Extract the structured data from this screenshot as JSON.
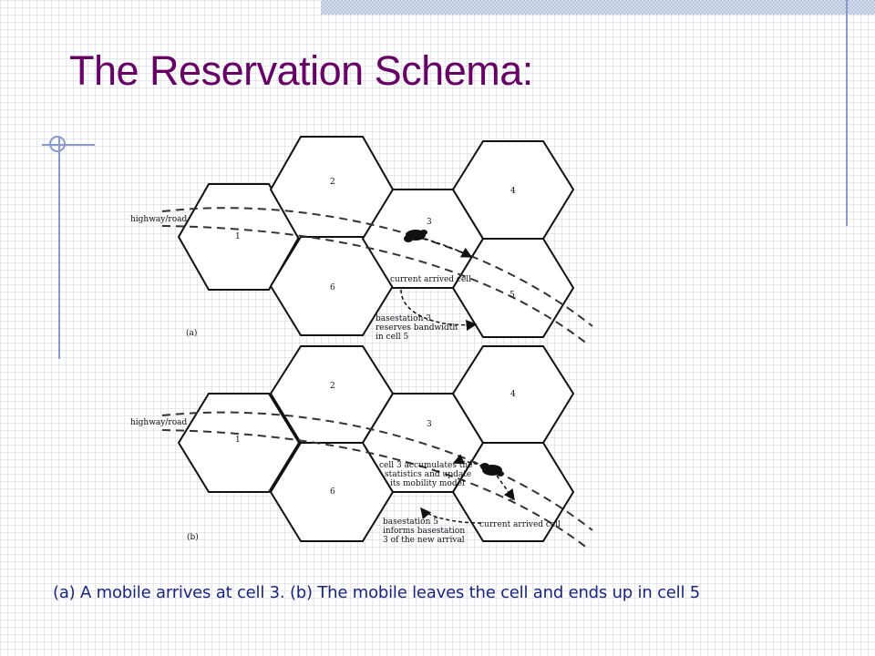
{
  "slide": {
    "title": "The Reservation Schema:",
    "caption": "(a) A mobile arrives at cell 3. (b) The mobile leaves the cell and ends up in cell 5"
  },
  "colors": {
    "title": "#660066",
    "caption": "#1a2580",
    "accent_rule": "#8a9ad0"
  },
  "diagram": {
    "panel_a": {
      "panel_label": "(a)",
      "road_label": "highway/road",
      "cells": [
        "1",
        "2",
        "3",
        "4",
        "5",
        "6"
      ],
      "annot_current": "current arrived cell",
      "annot_base_lines": [
        "basestation 3",
        "reserves bandwidth",
        "in cell 5"
      ]
    },
    "panel_b": {
      "panel_label": "(b)",
      "road_label": "highway/road",
      "cells": [
        "1",
        "2",
        "3",
        "4",
        "5",
        "6"
      ],
      "annot_cell3_lines": [
        "cell 3 accumulates the",
        "statistics and update",
        "its mobility model"
      ],
      "annot_current": "current arrived cell",
      "annot_base_lines": [
        "basestation 5",
        "informs basestation",
        "3 of the new arrival"
      ]
    }
  }
}
